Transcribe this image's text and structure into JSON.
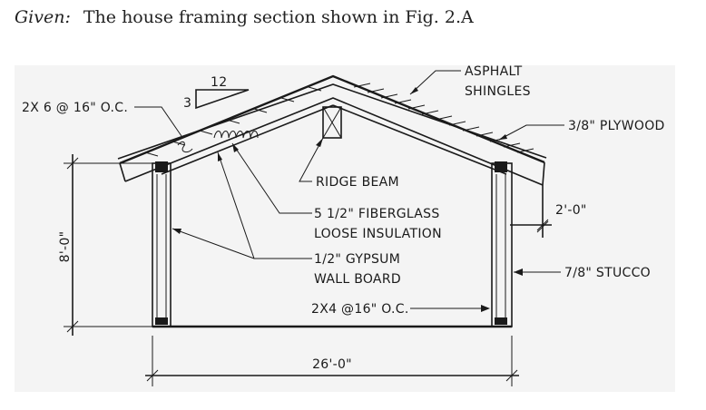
{
  "caption": {
    "given_label": "Given:",
    "text": "The house framing section shown in Fig. 2.A"
  },
  "slope": {
    "run": "12",
    "rise": "3"
  },
  "labels": {
    "rafters": "2X 6 @ 16\" O.C.",
    "shingles_line1": "ASPHALT",
    "shingles_line2": "SHINGLES",
    "plywood": "3/8\" PLYWOOD",
    "ridge_beam": "RIDGE BEAM",
    "insulation_line1": "5 1/2\" FIBERGLASS",
    "insulation_line2": "LOOSE INSULATION",
    "gypsum_line1": "1/2\" GYPSUM",
    "gypsum_line2": "WALL BOARD",
    "studs": "2X4 @16\" O.C.",
    "stucco": "7/8\" STUCCO"
  },
  "dimensions": {
    "wall_height": "8'-0\"",
    "overhang": "2'-0\"",
    "width": "26'-0\""
  }
}
